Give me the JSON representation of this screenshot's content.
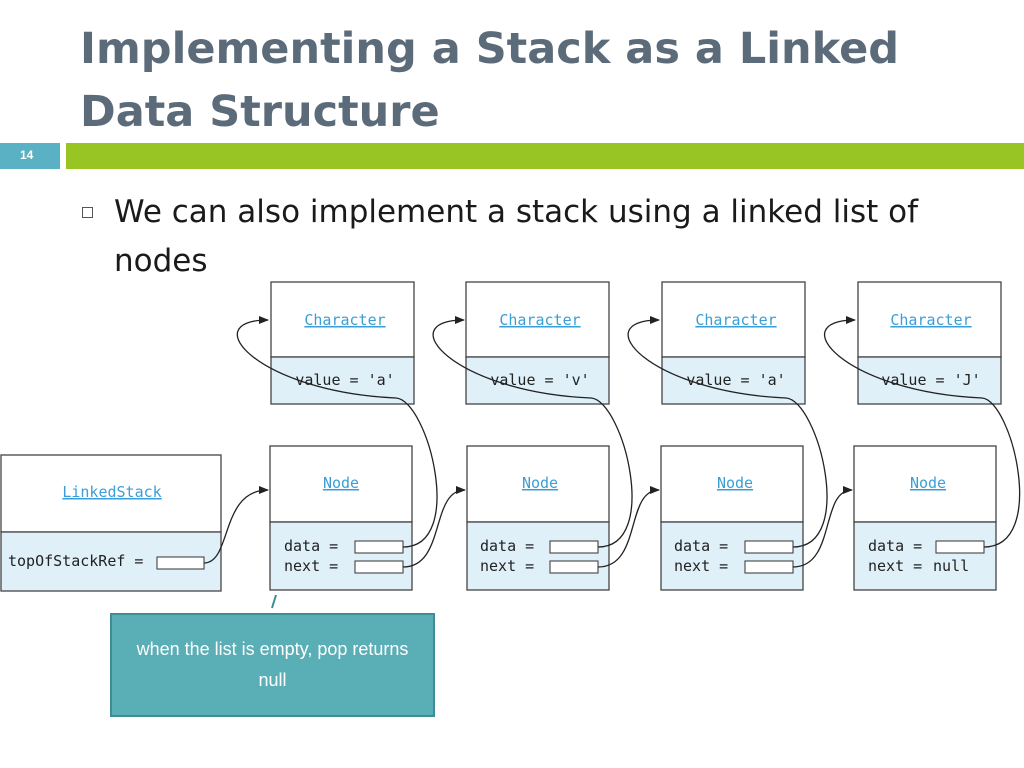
{
  "slide": {
    "title": "Implementing a Stack as a Linked Data Structure",
    "number": "14",
    "bullet": "We can also implement a stack using a linked list of nodes"
  },
  "diagram": {
    "linked_stack": {
      "class": "LinkedStack",
      "field": "topOfStackRef ="
    },
    "characters": [
      {
        "class": "Character",
        "field": "value = 'a'"
      },
      {
        "class": "Character",
        "field": "value = 'v'"
      },
      {
        "class": "Character",
        "field": "value = 'a'"
      },
      {
        "class": "Character",
        "field": "value = 'J'"
      }
    ],
    "nodes": [
      {
        "class": "Node",
        "data_label": "data =",
        "next_label": "next =",
        "next_value": ""
      },
      {
        "class": "Node",
        "data_label": "data =",
        "next_label": "next =",
        "next_value": ""
      },
      {
        "class": "Node",
        "data_label": "data =",
        "next_label": "next =",
        "next_value": ""
      },
      {
        "class": "Node",
        "data_label": "data =",
        "next_label": "next =",
        "next_value": "null"
      }
    ]
  },
  "callout": {
    "text": "when the list is empty, pop returns null"
  },
  "colors": {
    "title": "#5c6b7a",
    "rule": "#98c524",
    "slide_number_box": "#5ab1c4",
    "field_fill": "#dff0f8",
    "class_link": "#3a9fd8",
    "callout": "#5aaeb6"
  }
}
